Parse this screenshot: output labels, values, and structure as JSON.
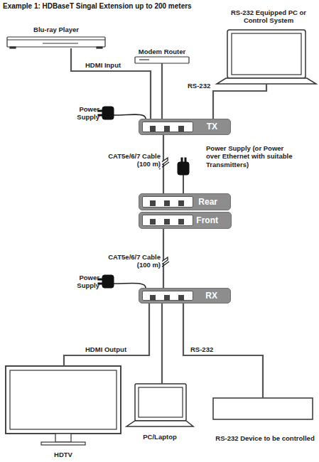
{
  "diagram": {
    "title": "Example 1: HDBaseT Singal Extension up to 200 meters",
    "nodes": [
      {
        "text": [
          "Blu-ray Player"
        ]
      },
      {
        "text": [
          "Modem Router"
        ]
      },
      {
        "text": [
          "RS-232 Equipped PC or Control System"
        ]
      },
      {
        "text": [
          "TX"
        ]
      },
      {
        "text": [
          "Rear"
        ]
      },
      {
        "text": [
          "Front"
        ]
      },
      {
        "text": [
          "RX"
        ]
      },
      {
        "text": [
          "HDTV"
        ]
      },
      {
        "text": [
          "PC/Laptop"
        ]
      },
      {
        "text": [
          "RS-232 Device to be controlled"
        ]
      }
    ],
    "edges": [
      {
        "from": 0,
        "to": 3,
        "arrow": "none",
        "label": "HDMI Input"
      },
      {
        "from": 1,
        "to": 3,
        "arrow": "none"
      },
      {
        "from": 2,
        "to": 3,
        "arrow": "none",
        "label": "RS-232"
      },
      {
        "from": 3,
        "to": 4,
        "arrow": "none",
        "label": "CAT5e/6/7 Cable (100 m)"
      },
      {
        "from": 5,
        "to": 6,
        "arrow": "none",
        "label": "CAT5e/6/7 Cable (100 m)"
      },
      {
        "from": 6,
        "to": 7,
        "arrow": "none",
        "label": "HDMI Output"
      },
      {
        "from": 6,
        "to": 8,
        "arrow": "none"
      },
      {
        "from": 6,
        "to": 9,
        "arrow": "none",
        "label": "RS-232"
      }
    ],
    "labels": [
      "Power Supply",
      "Power Supply (or Power over Ethernet with suitable Transmitters)",
      "Power Supply"
    ]
  }
}
